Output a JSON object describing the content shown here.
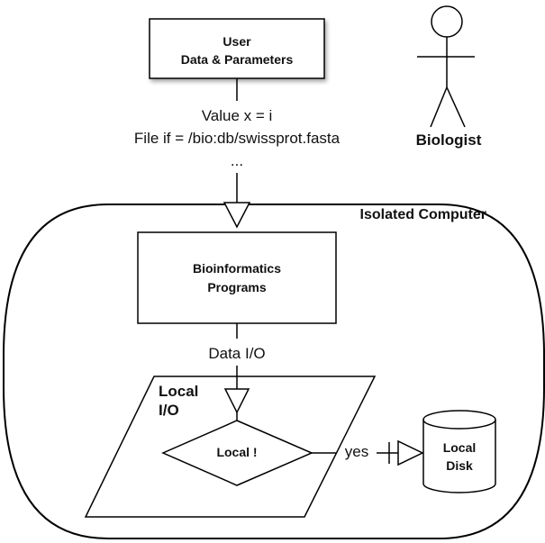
{
  "user_box": {
    "line1": "User",
    "line2": "Data & Parameters"
  },
  "actor": {
    "label": "Biologist"
  },
  "params": {
    "line1": "Value x = i",
    "line2": "File if = /bio:db/swissprot.fasta",
    "line3": "..."
  },
  "computer": {
    "title": "Isolated Computer"
  },
  "programs_box": {
    "line1": "Bioinformatics",
    "line2": "Programs"
  },
  "data_io": {
    "label": "Data I/O"
  },
  "local_io": {
    "line1": "Local",
    "line2": "I/O"
  },
  "decision": {
    "label": "Local !"
  },
  "yes_label": "yes",
  "disk": {
    "line1": "Local",
    "line2": "Disk"
  }
}
